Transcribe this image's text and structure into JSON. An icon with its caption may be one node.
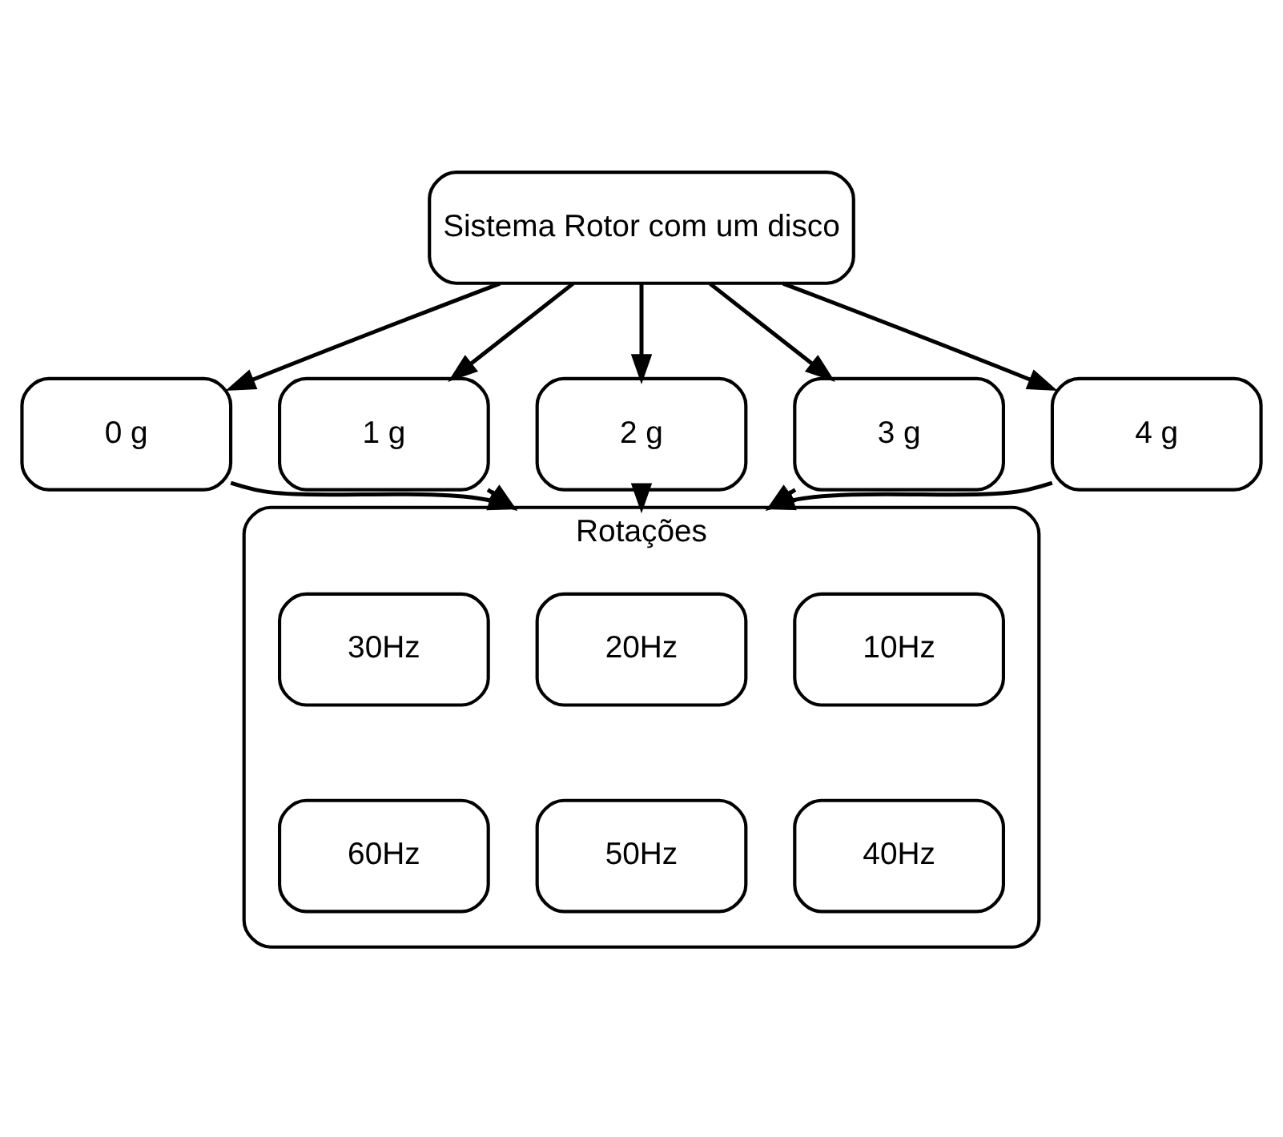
{
  "diagram": {
    "nodes": [
      {
        "text": [
          "Sistema Rotor com um disco"
        ]
      },
      {
        "text": [
          "0 g"
        ]
      },
      {
        "text": [
          "1 g"
        ]
      },
      {
        "text": [
          "2 g"
        ]
      },
      {
        "text": [
          "3 g"
        ]
      },
      {
        "text": [
          "4 g"
        ]
      },
      {
        "text": [
          "Rotações"
        ]
      },
      {
        "text": [
          "10Hz"
        ],
        "in": 6
      },
      {
        "text": [
          "20Hz"
        ],
        "in": 6
      },
      {
        "text": [
          "30Hz"
        ],
        "in": 6
      },
      {
        "text": [
          "40Hz"
        ],
        "in": 6
      },
      {
        "text": [
          "50Hz"
        ],
        "in": 6
      },
      {
        "text": [
          "60Hz"
        ],
        "in": 6
      }
    ],
    "edges": [
      {
        "from": 0,
        "to": 1,
        "arrow": "to"
      },
      {
        "from": 0,
        "to": 2,
        "arrow": "to"
      },
      {
        "from": 0,
        "to": 3,
        "arrow": "to"
      },
      {
        "from": 0,
        "to": 4,
        "arrow": "to"
      },
      {
        "from": 0,
        "to": 5,
        "arrow": "to"
      },
      {
        "from": 1,
        "to": 6,
        "arrow": "to"
      },
      {
        "from": 2,
        "to": 6,
        "arrow": "to"
      },
      {
        "from": 3,
        "to": 6,
        "arrow": "to"
      },
      {
        "from": 4,
        "to": 6,
        "arrow": "to"
      },
      {
        "from": 5,
        "to": 6,
        "arrow": "to"
      }
    ]
  }
}
